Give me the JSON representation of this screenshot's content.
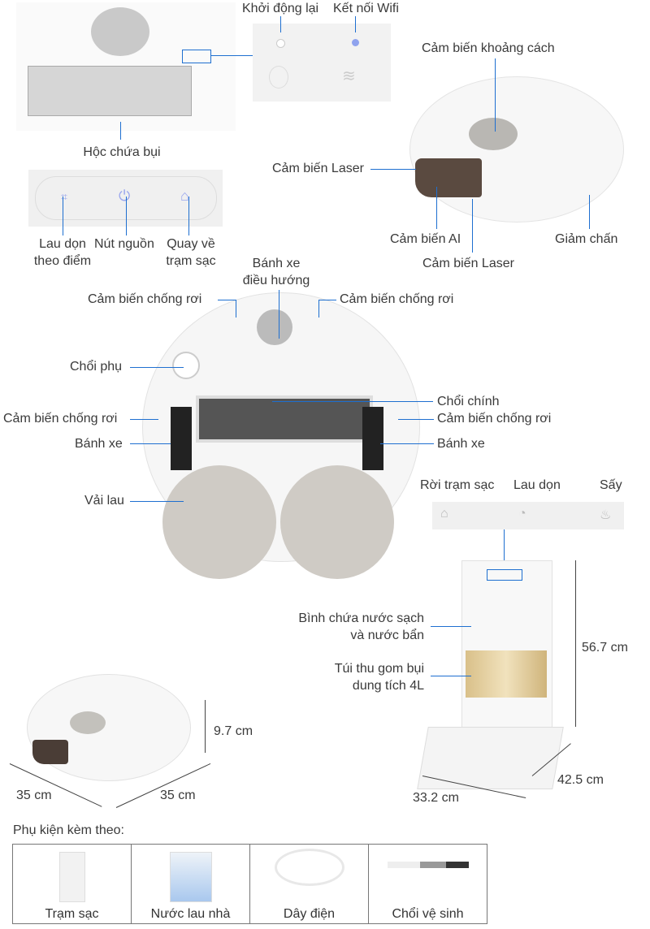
{
  "top_left": {
    "dust_bin": "Hộc chứa bụi"
  },
  "buttons_panel": {
    "restart": "Khởi động lại",
    "wifi": "Kết nối Wifi"
  },
  "control_buttons": {
    "spot_clean": [
      "Lau dọn",
      "theo điểm"
    ],
    "power": "Nút nguồn",
    "return_dock": [
      "Quay về",
      "trạm sạc"
    ]
  },
  "robot_top": {
    "distance_sensor": "Cảm biến khoảng cách",
    "laser_sensor_left": "Cảm biến Laser",
    "ai_sensor": "Cảm biến AI",
    "laser_sensor_bottom": "Cảm biến Laser",
    "bumper": "Giảm chấn"
  },
  "robot_bottom": {
    "nav_wheel": [
      "Bánh xe",
      "điều hướng"
    ],
    "cliff_sensor_tl": "Cảm biến chống rơi",
    "cliff_sensor_tr": "Cảm biến chống rơi",
    "side_brush": "Chổi phụ",
    "main_brush": "Chổi chính",
    "cliff_sensor_ml": "Cảm biến chống rơi",
    "cliff_sensor_mr": "Cảm biến chống rơi",
    "wheel_left": "Bánh xe",
    "wheel_right": "Bánh xe",
    "mop": "Vải lau"
  },
  "dock_panel": {
    "leave_dock": "Rời trạm sạc",
    "clean": "Lau dọn",
    "dry": "Sấy"
  },
  "dock": {
    "water_tanks": [
      "Bình chứa nước sạch",
      "và nước bẩn"
    ],
    "dust_bag": [
      "Túi thu gom bụi",
      "dung tích 4L"
    ],
    "height": "56.7 cm",
    "depth": "42.5 cm",
    "width": "33.2 cm"
  },
  "robot_dims": {
    "height": "9.7 cm",
    "width": "35 cm",
    "depth": "35 cm"
  },
  "accessories": {
    "title": "Phụ kiện kèm theo:",
    "items": [
      "Trạm sạc",
      "Nước lau nhà",
      "Dây điện",
      "Chổi vệ sinh"
    ]
  }
}
